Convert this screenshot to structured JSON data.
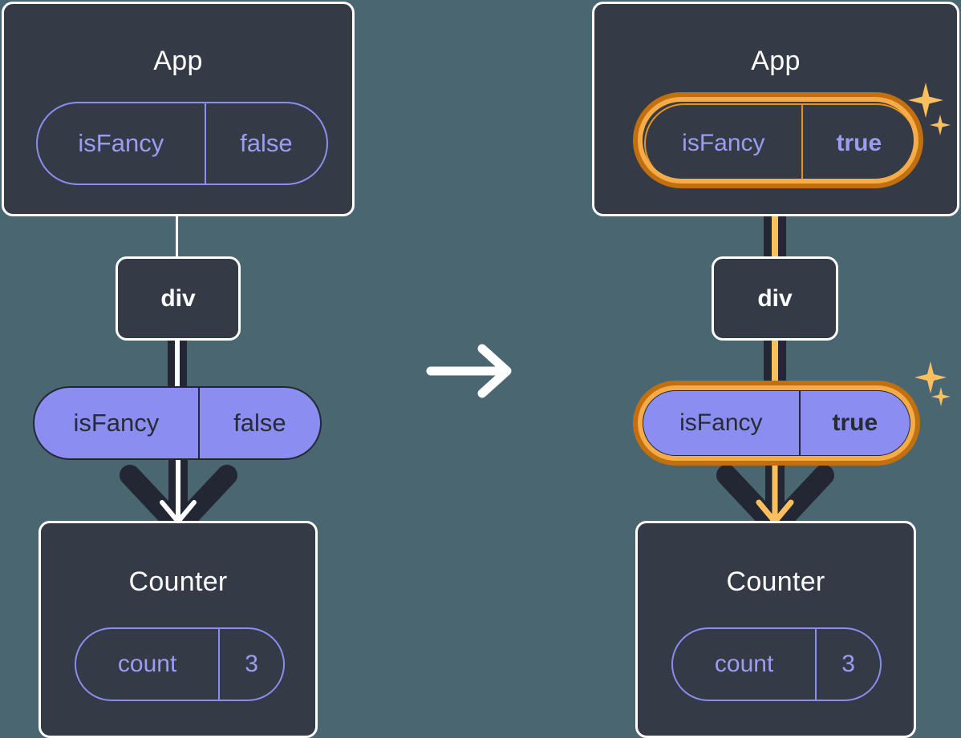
{
  "diagram": {
    "type": "react-state-propagation",
    "panels": [
      {
        "id": "before",
        "root": {
          "name": "App",
          "state": {
            "key": "isFancy",
            "value": "false",
            "highlighted": false,
            "bold_value": false,
            "style": "outline"
          }
        },
        "middle": {
          "name": "div"
        },
        "prop": {
          "key": "isFancy",
          "value": "false",
          "highlighted": false,
          "bold_value": false,
          "style": "filled"
        },
        "leaf": {
          "name": "Counter",
          "state": {
            "key": "count",
            "value": "3",
            "highlighted": false,
            "bold_value": false,
            "style": "outline"
          }
        },
        "arrow_color": "white"
      },
      {
        "id": "after",
        "root": {
          "name": "App",
          "state": {
            "key": "isFancy",
            "value": "true",
            "highlighted": true,
            "bold_value": true,
            "style": "outline"
          }
        },
        "middle": {
          "name": "div"
        },
        "prop": {
          "key": "isFancy",
          "value": "true",
          "highlighted": true,
          "bold_value": true,
          "style": "filled"
        },
        "leaf": {
          "name": "Counter",
          "state": {
            "key": "count",
            "value": "3",
            "highlighted": false,
            "bold_value": false,
            "style": "outline"
          }
        },
        "arrow_color": "orange"
      }
    ],
    "transition": {
      "icon": "right-arrow-icon"
    },
    "sparkles": {
      "icon": "sparkle-icon",
      "count_per_highlight": 2
    }
  },
  "labels": {
    "app_left": "App",
    "app_right": "App",
    "div_left": "div",
    "div_right": "div",
    "counter_left": "Counter",
    "counter_right": "Counter",
    "isfancy_key": "isFancy",
    "count_key": "count",
    "false_value": "false",
    "true_value": "true",
    "count_value": "3"
  },
  "colors": {
    "background": "#4a6670",
    "node_fill": "#343a46",
    "node_border": "#ffffff",
    "pill_purple": "#8b8ef0",
    "pill_text_dark": "#272b36",
    "pill_text_purple": "#9b9df3",
    "highlight_outer": "#c2700f",
    "highlight_inner": "#f5ab47",
    "sparkle": "#fbbf5f",
    "connector_dark": "#232733",
    "connector_white": "#ffffff",
    "connector_orange": "#fbbf5f"
  }
}
